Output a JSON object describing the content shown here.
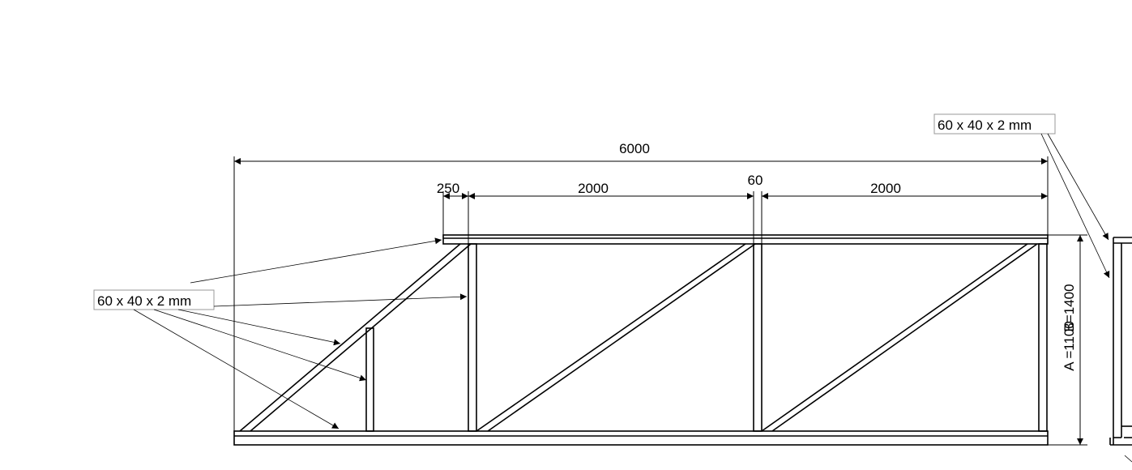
{
  "dimensions": {
    "total_length": "6000",
    "offset": "250",
    "section_1": "2000",
    "post_width": "60",
    "section_2": "2000",
    "height_a": "A =1100",
    "height_b": "B=1400"
  },
  "labels": {
    "profile_left": "60 x 40 x 2 mm",
    "profile_right": "60 x 40 x 2 mm"
  },
  "colors": {
    "line": "#000000",
    "label_border": "#999999",
    "background": "#ffffff"
  }
}
